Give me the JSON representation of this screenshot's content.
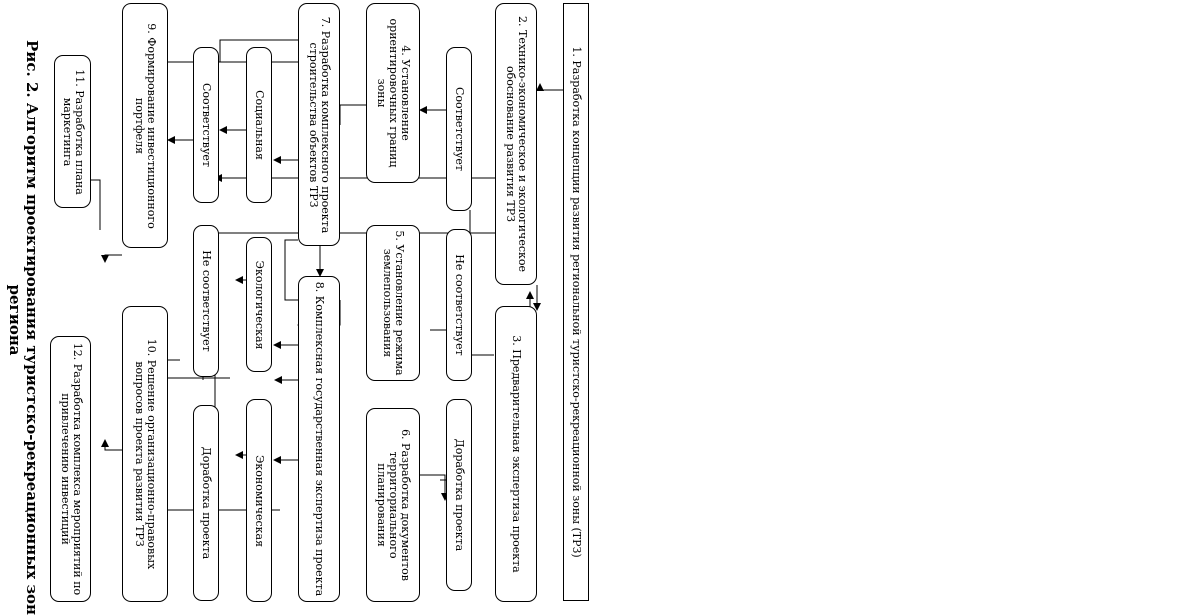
{
  "diagram": {
    "caption_line1": "Рис. 2. Алгоритм проектирования туристско-рекреационных зон",
    "caption_line2": "региона",
    "steps": {
      "s1": "1. Разработка концепции развития региональной туристско-рекреационной зоны (ТРЗ)",
      "s2": "2. Технико-экономическое и экологическое обоснование развития ТРЗ",
      "s3": "3. Предварительная экспертиза проекта",
      "s4": "4. Установление ориентировочных границ зоны",
      "s5": "5. Установление режима землепользования",
      "s6": "6. Разработка документов территориального планирования",
      "s7": "7. Разработка комплексного проекта строительства объектов ТРЗ",
      "s8": "8. Комплексная государственная экспертиза проекта",
      "s9": "9. Формирование инвестиционного портфеля",
      "s10": "10. Решение организационно-правовых вопросов проекта развития ТРЗ",
      "s11": "11. Разработка плана маркетинга",
      "s12": "12. Разработка комплекса мероприятий по привлечению инвестиций"
    },
    "labels": {
      "corresponds_1": "Соответствует",
      "not_corresponds_1": "Не соответствует",
      "rework_1": "Доработка проекта",
      "social": "Социальная",
      "ecological": "Экологическая",
      "economic": "Экономическая",
      "corresponds_2": "Соответствует",
      "not_corresponds_2": "Не соответствует",
      "rework_2": "Доработка проекта"
    }
  }
}
